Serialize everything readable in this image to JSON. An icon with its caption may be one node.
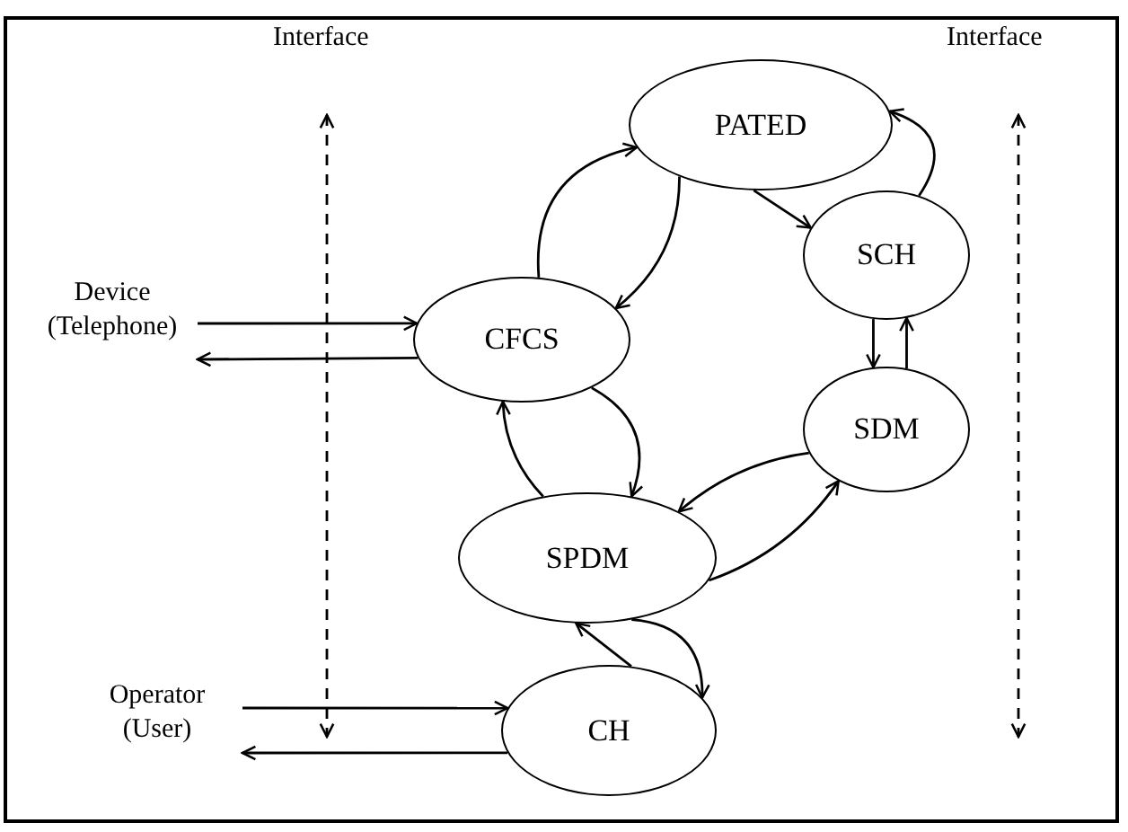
{
  "diagram": {
    "nodes": [
      {
        "text": [
          "PATED"
        ]
      },
      {
        "text": [
          "SCH"
        ]
      },
      {
        "text": [
          "Device (Telephone)"
        ]
      },
      {
        "text": [
          "CFCS"
        ]
      },
      {
        "text": [
          "SDM"
        ]
      },
      {
        "text": [
          "SPDM"
        ]
      },
      {
        "text": [
          "Operator (User)"
        ]
      },
      {
        "text": [
          "CH"
        ]
      }
    ],
    "edges": [
      {
        "from": 2,
        "to": 3,
        "arrow": "to"
      },
      {
        "from": 3,
        "to": 2,
        "arrow": "to"
      },
      {
        "from": 3,
        "to": 0,
        "arrow": "to"
      },
      {
        "from": 0,
        "to": 3,
        "arrow": "to"
      },
      {
        "from": 0,
        "to": 1,
        "arrow": "to"
      },
      {
        "from": 1,
        "to": 0,
        "arrow": "to"
      },
      {
        "from": 1,
        "to": 4,
        "arrow": "to"
      },
      {
        "from": 4,
        "to": 1,
        "arrow": "to"
      },
      {
        "from": 4,
        "to": 5,
        "arrow": "to"
      },
      {
        "from": 5,
        "to": 4,
        "arrow": "to"
      },
      {
        "from": 3,
        "to": 5,
        "arrow": "to"
      },
      {
        "from": 5,
        "to": 3,
        "arrow": "to"
      },
      {
        "from": 5,
        "to": 7,
        "arrow": "to"
      },
      {
        "from": 7,
        "to": 5,
        "arrow": "to"
      },
      {
        "from": 6,
        "to": 7,
        "arrow": "to"
      },
      {
        "from": 7,
        "to": 6,
        "arrow": "to"
      }
    ],
    "labels": [
      "Interface",
      "Interface"
    ]
  }
}
